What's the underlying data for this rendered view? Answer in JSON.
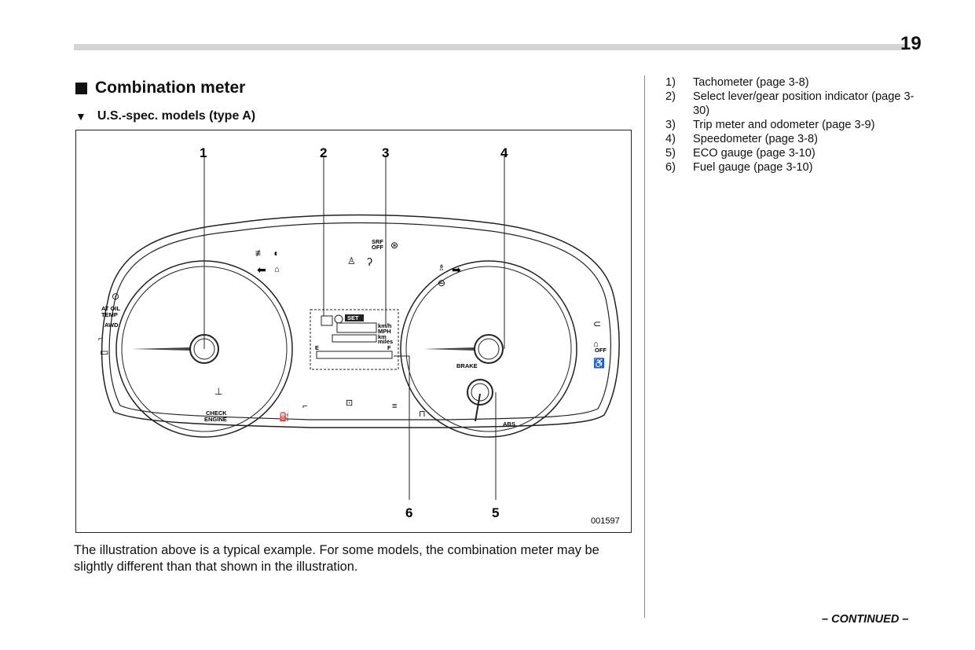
{
  "page": {
    "number": "19",
    "section_title": "Combination meter",
    "subsection_title": "U.S.-spec. models (type A)",
    "continued": "– CONTINUED –"
  },
  "figure": {
    "id": "001597",
    "callouts": [
      "1",
      "2",
      "3",
      "4",
      "5",
      "6"
    ],
    "labels": {
      "at_oil_temp_1": "AT OIL",
      "at_oil_temp_2": "TEMP",
      "awd": "AWD",
      "check_engine_1": "CHECK",
      "check_engine_2": "ENGINE",
      "brake": "BRAKE",
      "abs": "ABS",
      "srf_off_1": "SRF",
      "srf_off_2": "OFF",
      "off": "OFF",
      "set": "SET",
      "kmh": "km/h",
      "mph": "MPH",
      "km": "km",
      "miles": "miles",
      "fuel_empty": "E",
      "fuel_full": "F"
    },
    "icons": [
      "fog-light-icon",
      "high-beam-icon",
      "turn-left-icon",
      "vehicle-dynamics-icon",
      "tire-pressure-icon",
      "battery-icon",
      "oil-can-icon",
      "coolant-temp-icon",
      "eyesight-off-icon",
      "srf-off-icon",
      "airbag-occupant-icon",
      "seatbelt-icon",
      "turn-right-icon",
      "power-steering-icon",
      "fuel-pump-icon",
      "cruise-icon",
      "security-icon",
      "vdc-off-icon",
      "airbag-icon"
    ]
  },
  "caption": "The illustration above is a typical example. For some models, the combination meter may be slightly different than that shown in the illustration.",
  "legend": [
    {
      "num": "1)",
      "text": "Tachometer (page 3-8)"
    },
    {
      "num": "2)",
      "text": "Select lever/gear position indicator (page 3-30)"
    },
    {
      "num": "3)",
      "text": "Trip meter and odometer (page 3-9)"
    },
    {
      "num": "4)",
      "text": "Speedometer (page 3-8)"
    },
    {
      "num": "5)",
      "text": "ECO gauge (page 3-10)"
    },
    {
      "num": "6)",
      "text": "Fuel gauge (page 3-10)"
    }
  ]
}
